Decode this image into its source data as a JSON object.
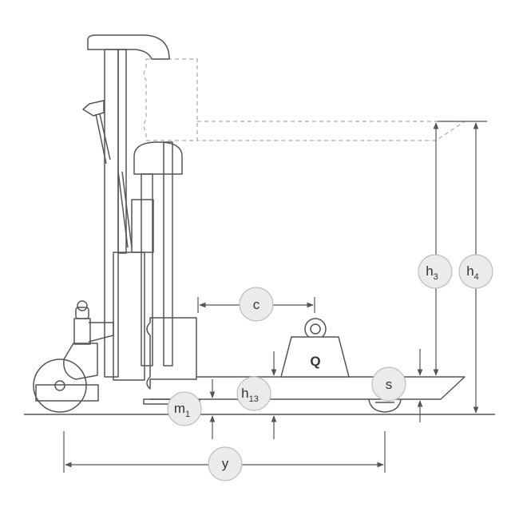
{
  "diagram": {
    "labels": {
      "c": "c",
      "h3_main": "h",
      "h3_sub": "3",
      "h4_main": "h",
      "h4_sub": "4",
      "h13_main": "h",
      "h13_sub": "13",
      "m1_main": "m",
      "m1_sub": "1",
      "s": "s",
      "y": "y",
      "load": "Q"
    },
    "colors": {
      "line": "#555555",
      "dashed": "#aaaaaa",
      "bubble_fill": "#ebebeb",
      "bubble_stroke": "#bdbdbd",
      "text": "#333333"
    }
  }
}
